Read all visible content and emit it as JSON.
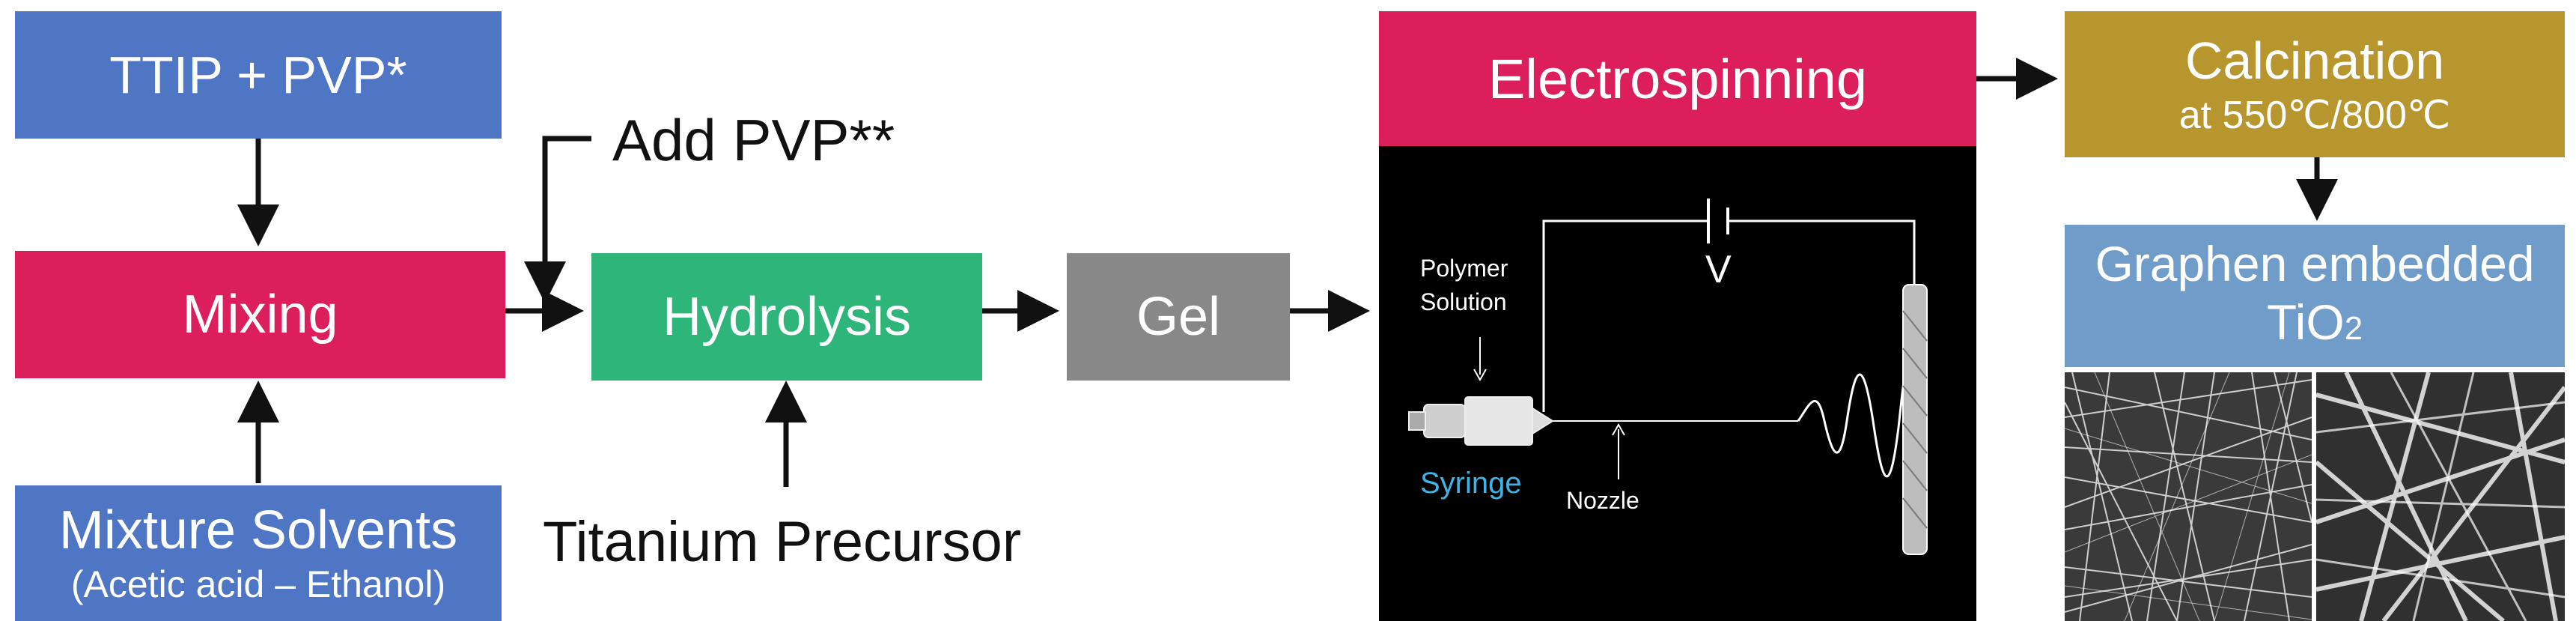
{
  "nodes": {
    "ttip_pvp": "TTIP + PVP*",
    "mixing": "Mixing",
    "mixture_solvents": "Mixture Solvents",
    "mixture_solvents_sub": "(Acetic acid – Ethanol)",
    "add_pvp": "Add PVP**",
    "hydrolysis": "Hydrolysis",
    "titanium_precursor": "Titanium Precursor",
    "gel": "Gel",
    "electrospinning": "Electrospinning",
    "calcination": "Calcination",
    "calcination_sub": "at 550℃/800℃",
    "graphene_line1": "Graphen embedded",
    "graphene_line2_base": "TiO",
    "graphene_line2_sub": "2"
  },
  "schematic": {
    "polymer_line1": "Polymer",
    "polymer_line2": "Solution",
    "voltage": "V",
    "syringe": "Syringe",
    "nozzle": "Nozzle"
  },
  "colors": {
    "blue": "#4f76c4",
    "crimson": "#dc1f5a",
    "green": "#2eb67a",
    "gray": "#888888",
    "gold": "#b8962e",
    "steel": "#6f9cc8",
    "syringe_label": "#3fb3e6"
  }
}
